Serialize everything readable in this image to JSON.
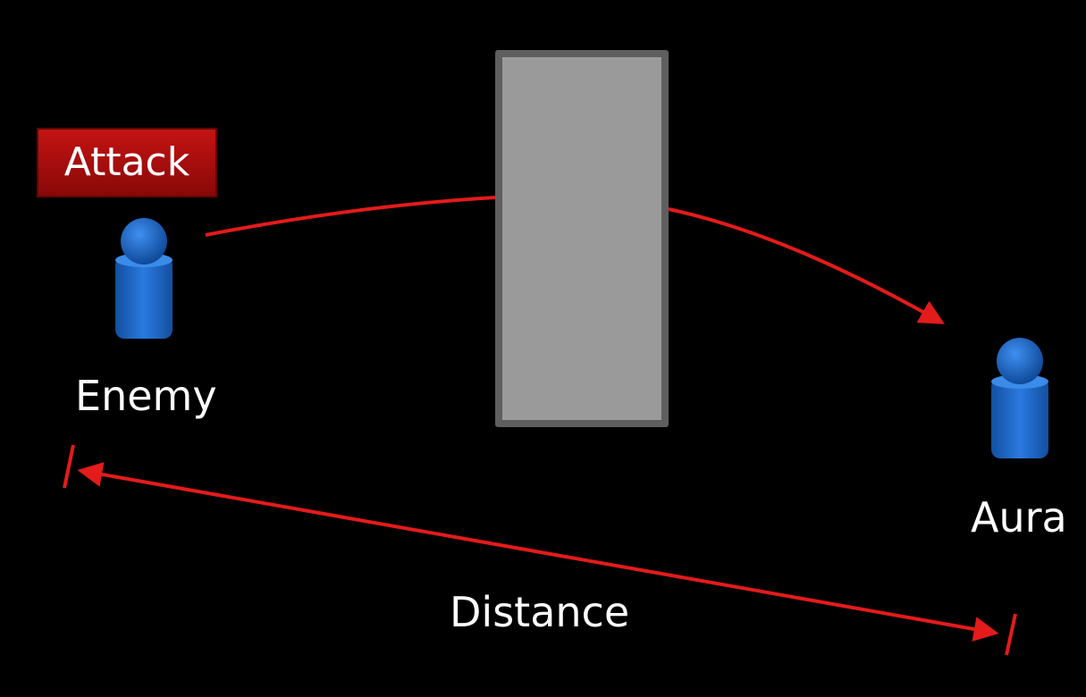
{
  "badge": {
    "text": "Attack"
  },
  "labels": {
    "enemy": "Enemy",
    "aura": "Aura",
    "distance": "Distance"
  },
  "colors": {
    "background": "#000000",
    "arrow": "#e31b1b",
    "figure": "#1a5fb4",
    "wall_fill": "#9a9a9a",
    "wall_border": "#5f5f5f",
    "badge": "#b30f0f"
  }
}
